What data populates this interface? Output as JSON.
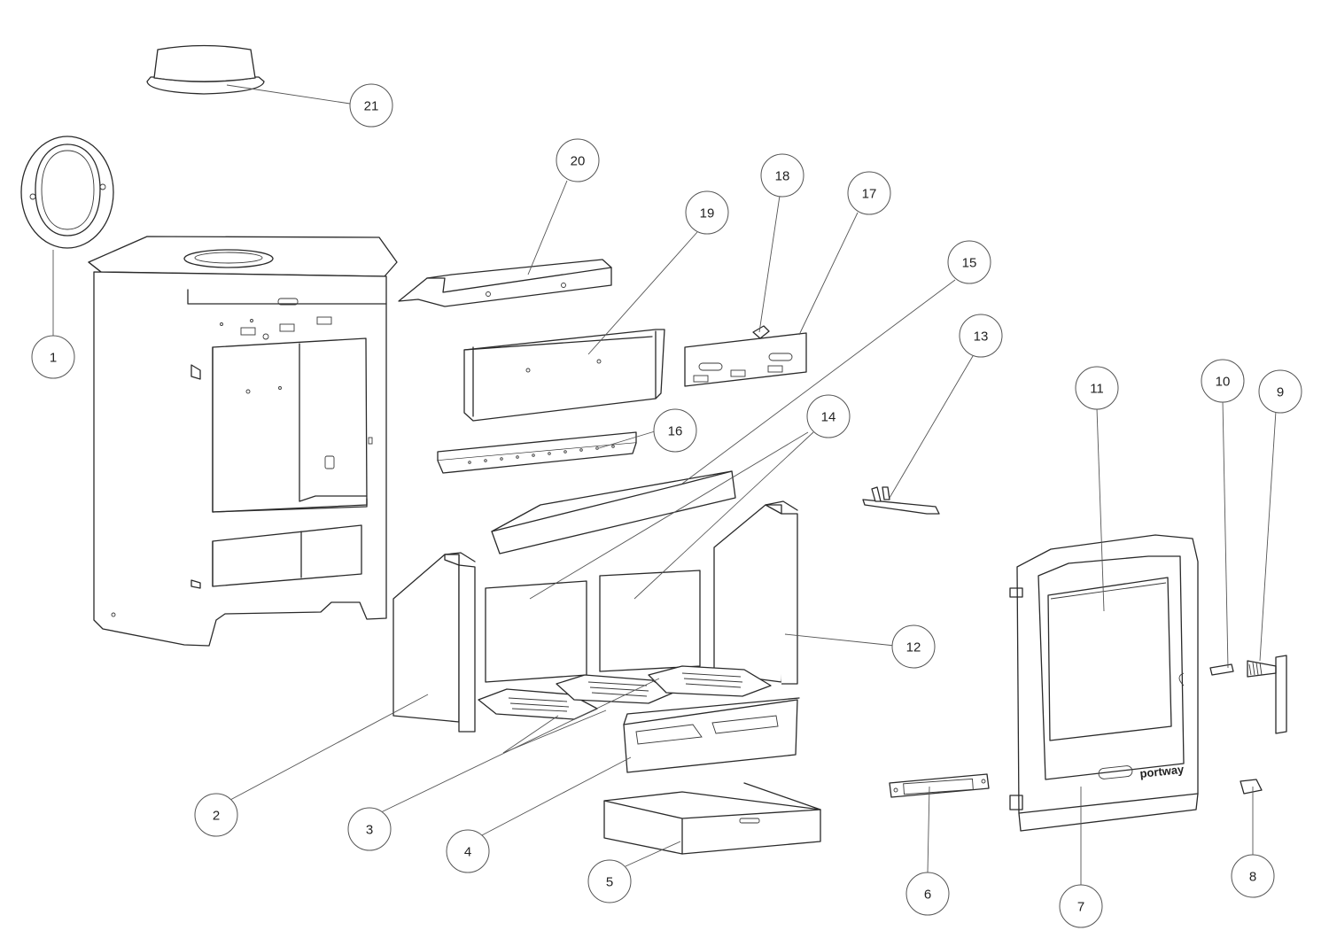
{
  "callouts": [
    {
      "id": "1",
      "label": "1"
    },
    {
      "id": "2",
      "label": "2"
    },
    {
      "id": "3",
      "label": "3"
    },
    {
      "id": "4",
      "label": "4"
    },
    {
      "id": "5",
      "label": "5"
    },
    {
      "id": "6",
      "label": "6"
    },
    {
      "id": "7",
      "label": "7"
    },
    {
      "id": "8",
      "label": "8"
    },
    {
      "id": "9",
      "label": "9"
    },
    {
      "id": "10",
      "label": "10"
    },
    {
      "id": "11",
      "label": "11"
    },
    {
      "id": "12",
      "label": "12"
    },
    {
      "id": "13",
      "label": "13"
    },
    {
      "id": "14",
      "label": "14"
    },
    {
      "id": "15",
      "label": "15"
    },
    {
      "id": "16",
      "label": "16"
    },
    {
      "id": "17",
      "label": "17"
    },
    {
      "id": "18",
      "label": "18"
    },
    {
      "id": "19",
      "label": "19"
    },
    {
      "id": "20",
      "label": "20"
    },
    {
      "id": "21",
      "label": "21"
    }
  ],
  "door_brand": "portway",
  "colors": {
    "line": "#2a2a2a",
    "background": "#ffffff"
  }
}
